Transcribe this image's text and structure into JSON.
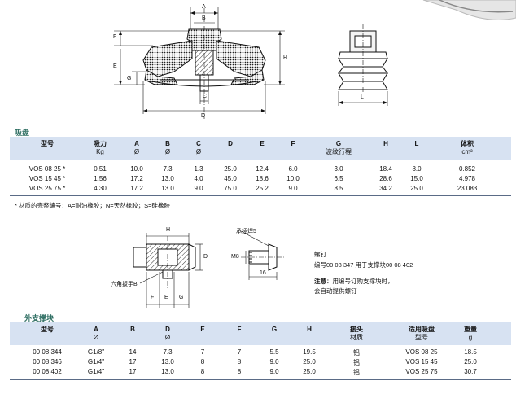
{
  "section1_title": "吸盘",
  "table1": {
    "headers": [
      {
        "main": "型号",
        "sub": ""
      },
      {
        "main": "吸力",
        "sub": "Kg"
      },
      {
        "main": "A",
        "sub": "Ø"
      },
      {
        "main": "B",
        "sub": "Ø"
      },
      {
        "main": "C",
        "sub": "Ø"
      },
      {
        "main": "D",
        "sub": ""
      },
      {
        "main": "E",
        "sub": ""
      },
      {
        "main": "F",
        "sub": ""
      },
      {
        "main": "G",
        "sub": "波纹行程"
      },
      {
        "main": "H",
        "sub": ""
      },
      {
        "main": "L",
        "sub": ""
      },
      {
        "main": "体积",
        "sub": "cm³"
      }
    ],
    "rows": [
      [
        "VOS 08 25 *",
        "0.51",
        "10.0",
        "7.3",
        "1.3",
        "25.0",
        "12.4",
        "6.0",
        "3.0",
        "18.4",
        "8.0",
        "0.852"
      ],
      [
        "VOS 15 45 *",
        "1.56",
        "17.2",
        "13.0",
        "4.0",
        "45.0",
        "18.6",
        "10.0",
        "6.5",
        "28.6",
        "15.0",
        "4.978"
      ],
      [
        "VOS 25 75 *",
        "4.30",
        "17.2",
        "13.0",
        "9.0",
        "75.0",
        "25.2",
        "9.0",
        "8.5",
        "34.2",
        "25.0",
        "23.083"
      ]
    ]
  },
  "material_note": "* 材质的完整编号：A=耐油橡胶；N=天然橡胶；S=硅橡胶",
  "drawing1_labels": {
    "A": "A",
    "B": "B",
    "C": "C",
    "D": "D",
    "E": "E",
    "F": "F",
    "G": "G",
    "H": "H",
    "L": "L"
  },
  "drawing2_labels": {
    "H": "H",
    "D": "D",
    "F": "F",
    "E": "E",
    "G": "G",
    "hex": "六角扳手B"
  },
  "drawing3_labels": {
    "weld": "承插焊5",
    "M8": "M8",
    "dim16": "16"
  },
  "screw_notes": {
    "title": "螺钉",
    "code_line": "编号00 08 347   用于支撑块00 08 402",
    "note_label": "注意",
    "note_text": "：用编号订购支撑块时，",
    "note_text2": "会自动提供螺钉"
  },
  "section2_title": "外支撑块",
  "table2": {
    "headers": [
      {
        "main": "型号",
        "sub": ""
      },
      {
        "main": "A",
        "sub": "Ø"
      },
      {
        "main": "B",
        "sub": ""
      },
      {
        "main": "D",
        "sub": "Ø"
      },
      {
        "main": "E",
        "sub": ""
      },
      {
        "main": "F",
        "sub": ""
      },
      {
        "main": "G",
        "sub": ""
      },
      {
        "main": "H",
        "sub": ""
      },
      {
        "main": "接头",
        "sub": "材质"
      },
      {
        "main": "适用吸盘",
        "sub": "型号"
      },
      {
        "main": "重量",
        "sub": "g"
      }
    ],
    "rows": [
      [
        "00 08 344",
        "G1/8\"",
        "14",
        "7.3",
        "7",
        "7",
        "5.5",
        "19.5",
        "铝",
        "VOS 08 25",
        "18.5"
      ],
      [
        "00 08 346",
        "G1/4\"",
        "17",
        "13.0",
        "8",
        "8",
        "9.0",
        "25.0",
        "铝",
        "VOS 15 45",
        "25.0"
      ],
      [
        "00 08 402",
        "G1/4\"",
        "17",
        "13.0",
        "8",
        "8",
        "9.0",
        "25.0",
        "铝",
        "VOS 25 75",
        "30.7"
      ]
    ]
  }
}
